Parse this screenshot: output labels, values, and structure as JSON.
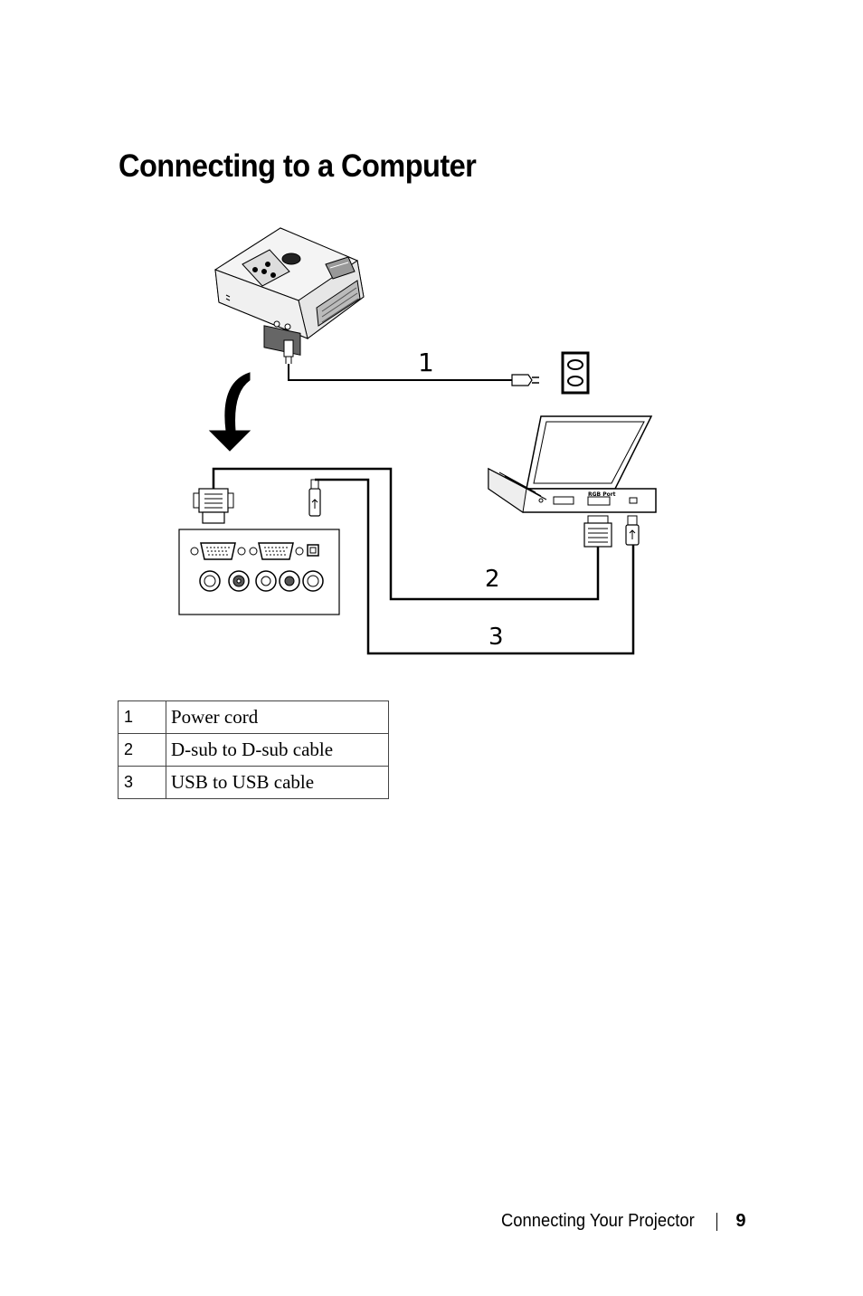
{
  "page": {
    "title": "Connecting to a Computer"
  },
  "diagram": {
    "callouts": [
      "1",
      "2",
      "3"
    ],
    "laptop_port_label": "RGB Port"
  },
  "legend_table": {
    "rows": [
      {
        "number": "1",
        "description": "Power cord"
      },
      {
        "number": "2",
        "description": "D-sub to D-sub cable"
      },
      {
        "number": "3",
        "description": "USB to USB cable"
      }
    ]
  },
  "footer": {
    "section": "Connecting Your Projector",
    "page_number": "9"
  }
}
